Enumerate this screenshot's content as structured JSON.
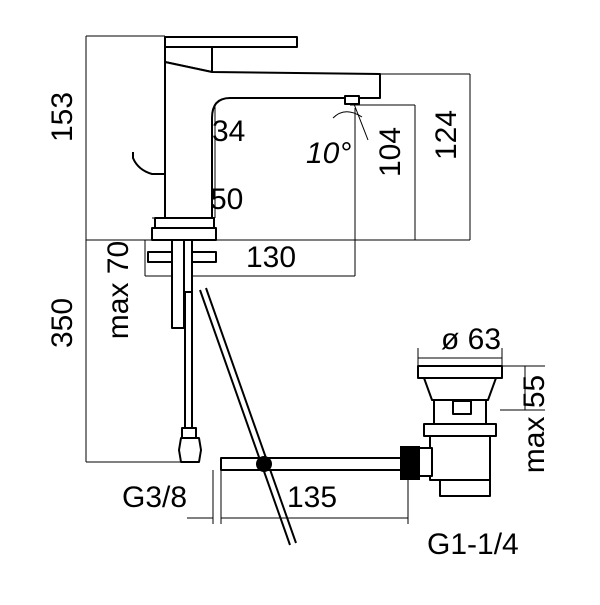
{
  "dimensions": {
    "height_total": "153",
    "spout_reach": "34",
    "spout_angle": "10°",
    "spout_height": "104",
    "outlet_height": "124",
    "base_width": "50",
    "spout_length": "130",
    "max_deck_thickness": "max 70",
    "hose_length": "350",
    "hose_thread": "G3/8",
    "rod_length": "135",
    "plug_diameter": "ø 63",
    "max_waste_depth": "max 55",
    "waste_thread": "G1-1/4"
  },
  "colors": {
    "line": "#000000",
    "background": "#ffffff"
  }
}
